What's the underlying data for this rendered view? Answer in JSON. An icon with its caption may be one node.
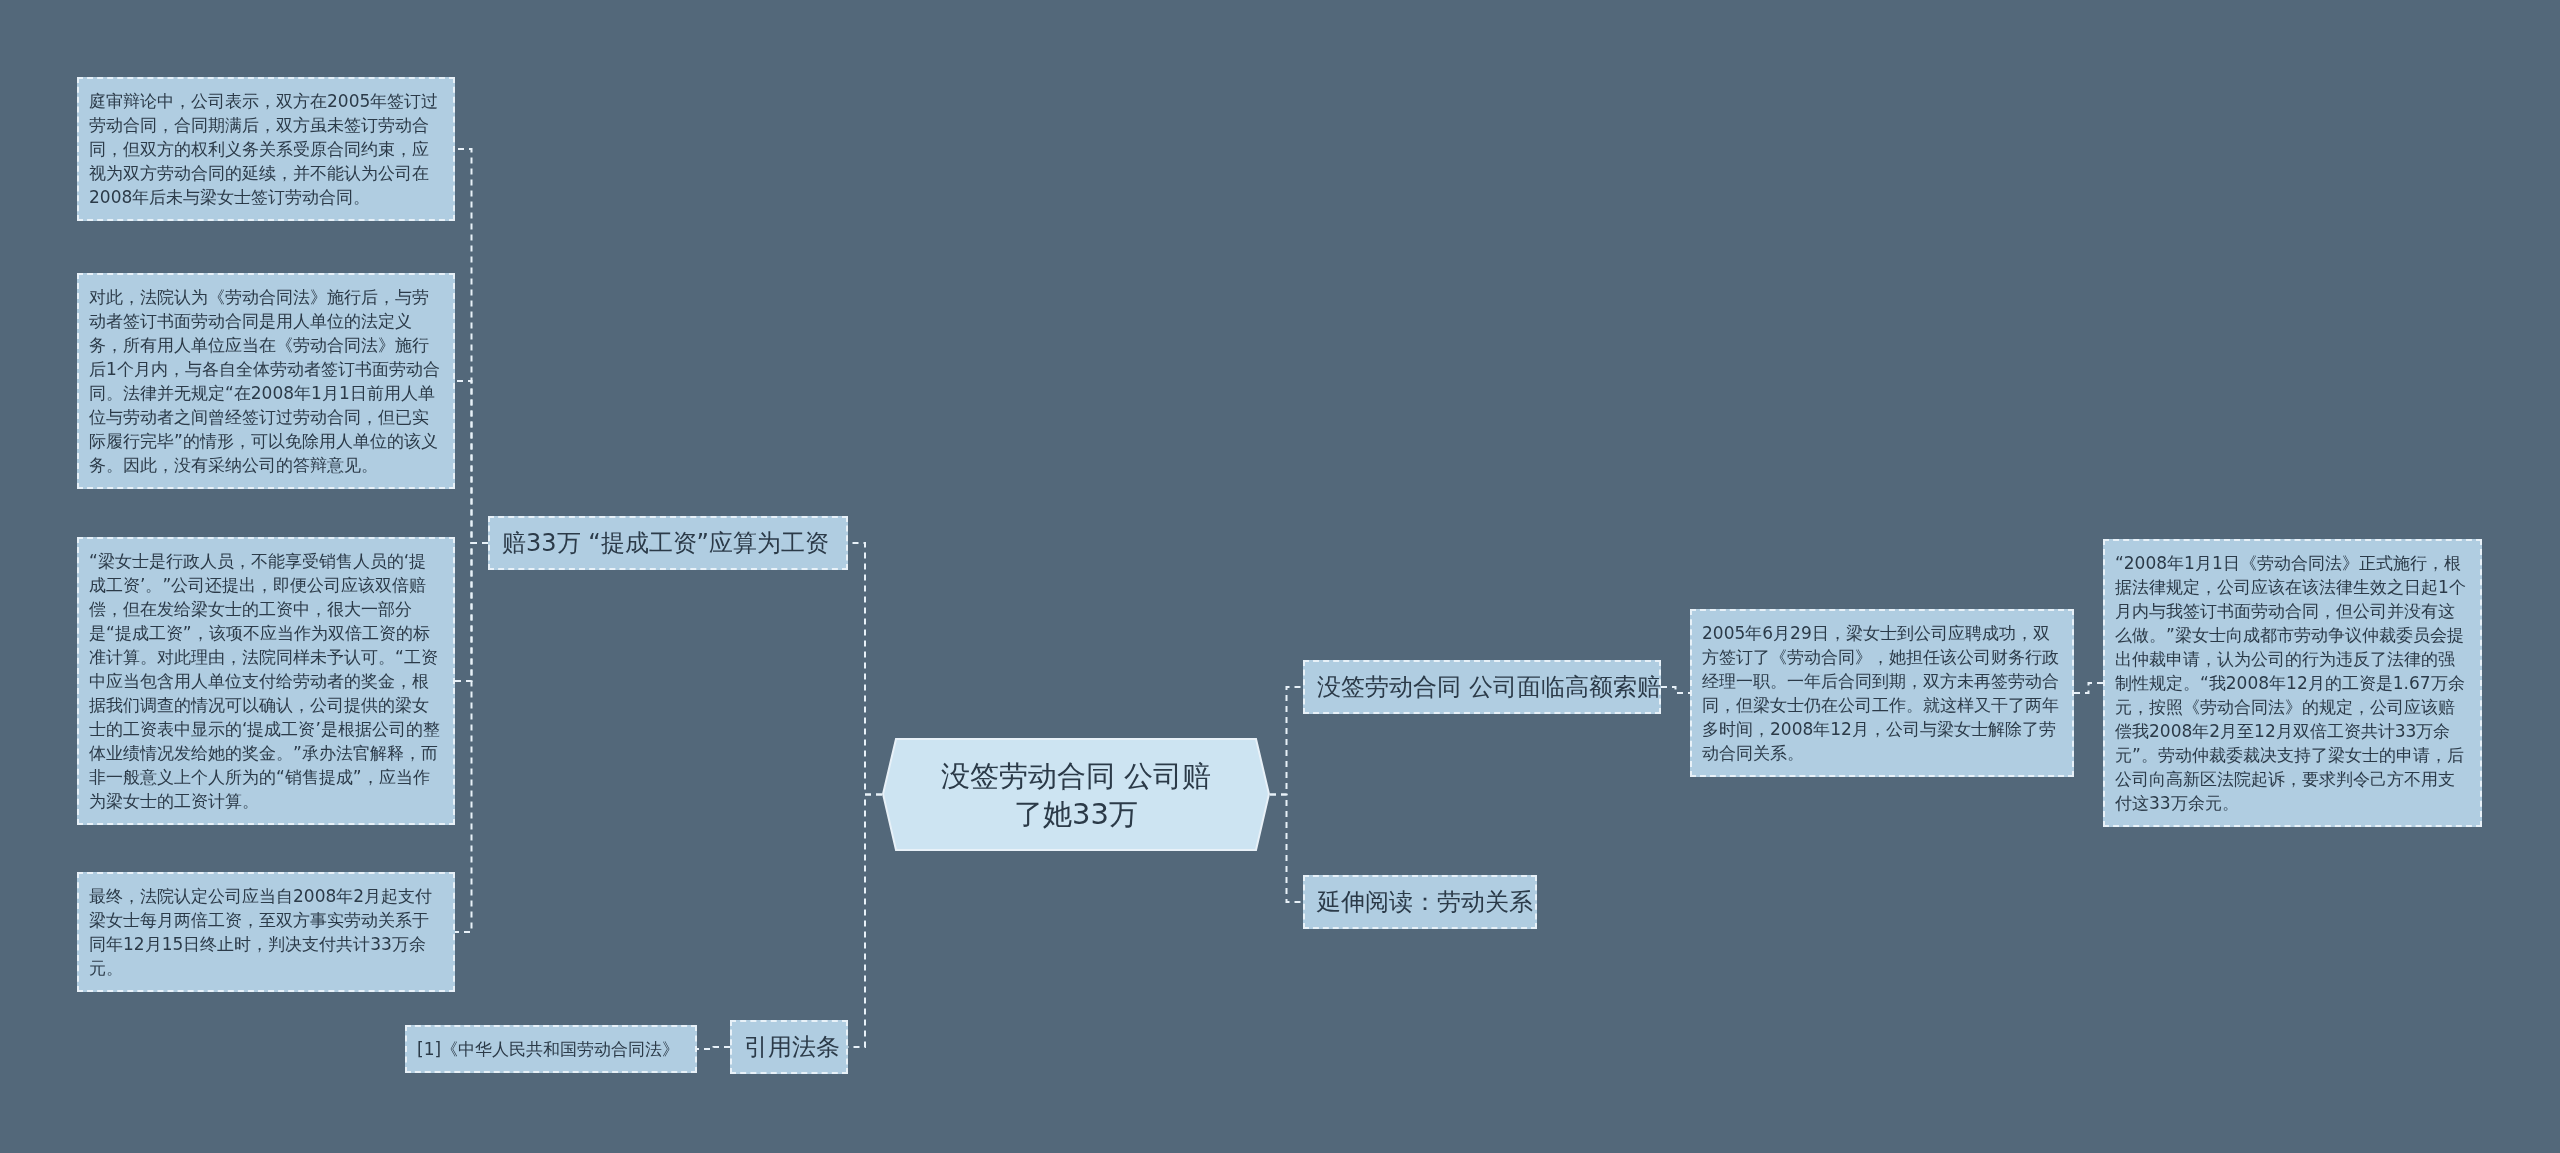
{
  "diagram": {
    "nodes": [
      {
        "text": [
          "没签劳动合同 公司赔了她33万"
        ]
      },
      {
        "text": [
          "赔33万 “提成工资”应算为工资"
        ]
      },
      {
        "text": [
          "庭审辩论中，公司表示，双方在2005年签订过劳动合同，合同期满后，双方虽未签订劳动合同，但双方的权利义务关系受原合同约束，应视为双方劳动合同的延续，并不能认为公司在2008年后未与梁女士签订劳动合同。"
        ]
      },
      {
        "text": [
          "对此，法院认为《劳动合同法》施行后，与劳动者签订书面劳动合同是用人单位的法定义务，所有用人单位应当在《劳动合同法》施行后1个月内，与各自全体劳动者签订书面劳动合同。法律并无规定“在2008年1月1日前用人单位与劳动者之间曾经签订过劳动合同，但已实际履行完毕”的情形，可以免除用人单位的该义务。因此，没有采纳公司的答辩意见。"
        ]
      },
      {
        "text": [
          "“梁女士是行政人员，不能享受销售人员的‘提成工资’。”公司还提出，即便公司应该双倍赔偿，但在发给梁女士的工资中，很大一部分是“提成工资”，该项不应当作为双倍工资的标准计算。对此理由，法院同样未予认可。“工资中应当包含用人单位支付给劳动者的奖金，根据我们调查的情况可以确认，公司提供的梁女士的工资表中显示的‘提成工资’是根据公司的整体业绩情况发给她的奖金。”承办法官解释，而非一般意义上个人所为的“销售提成”，应当作为梁女士的工资计算。"
        ]
      },
      {
        "text": [
          "最终，法院认定公司应当自2008年2月起支付梁女士每月两倍工资，至双方事实劳动关系于同年12月15日终止时，判决支付共计33万余元。"
        ]
      },
      {
        "text": [
          "引用法条"
        ]
      },
      {
        "text": [
          "[1]《中华人民共和国劳动合同法》"
        ]
      },
      {
        "text": [
          "没签劳动合同 公司面临高额索赔"
        ]
      },
      {
        "text": [
          "2005年6月29日，梁女士到公司应聘成功，双方签订了《劳动合同》，她担任该公司财务行政经理一职。一年后合同到期，双方未再签劳动合同，但梁女士仍在公司工作。就这样又干了两年多时间，2008年12月，公司与梁女士解除了劳动合同关系。"
        ]
      },
      {
        "text": [
          "“2008年1月1日《劳动合同法》正式施行，根据法律规定，公司应该在该法律生效之日起1个月内与我签订书面劳动合同，但公司并没有这么做。”梁女士向成都市劳动争议仲裁委员会提出仲裁申请，认为公司的行为违反了法律的强制性规定。“我2008年12月的工资是1.67万余元，按照《劳动合同法》的规定，公司应该赔偿我2008年2月至12月双倍工资共计33万余元”。劳动仲裁委裁决支持了梁女士的申请，后公司向高新区法院起诉，要求判令己方不用支付这33万余元。"
        ]
      },
      {
        "text": [
          "延伸阅读：劳动关系"
        ]
      }
    ],
    "edges": [
      {
        "from": 0,
        "to": 1,
        "arrow": "none"
      },
      {
        "from": 1,
        "to": 2,
        "arrow": "none"
      },
      {
        "from": 1,
        "to": 3,
        "arrow": "none"
      },
      {
        "from": 1,
        "to": 4,
        "arrow": "none"
      },
      {
        "from": 1,
        "to": 5,
        "arrow": "none"
      },
      {
        "from": 0,
        "to": 6,
        "arrow": "none"
      },
      {
        "from": 6,
        "to": 7,
        "arrow": "none"
      },
      {
        "from": 0,
        "to": 8,
        "arrow": "none"
      },
      {
        "from": 8,
        "to": 9,
        "arrow": "none"
      },
      {
        "from": 9,
        "to": 10,
        "arrow": "none"
      },
      {
        "from": 0,
        "to": 11,
        "arrow": "none"
      }
    ]
  }
}
